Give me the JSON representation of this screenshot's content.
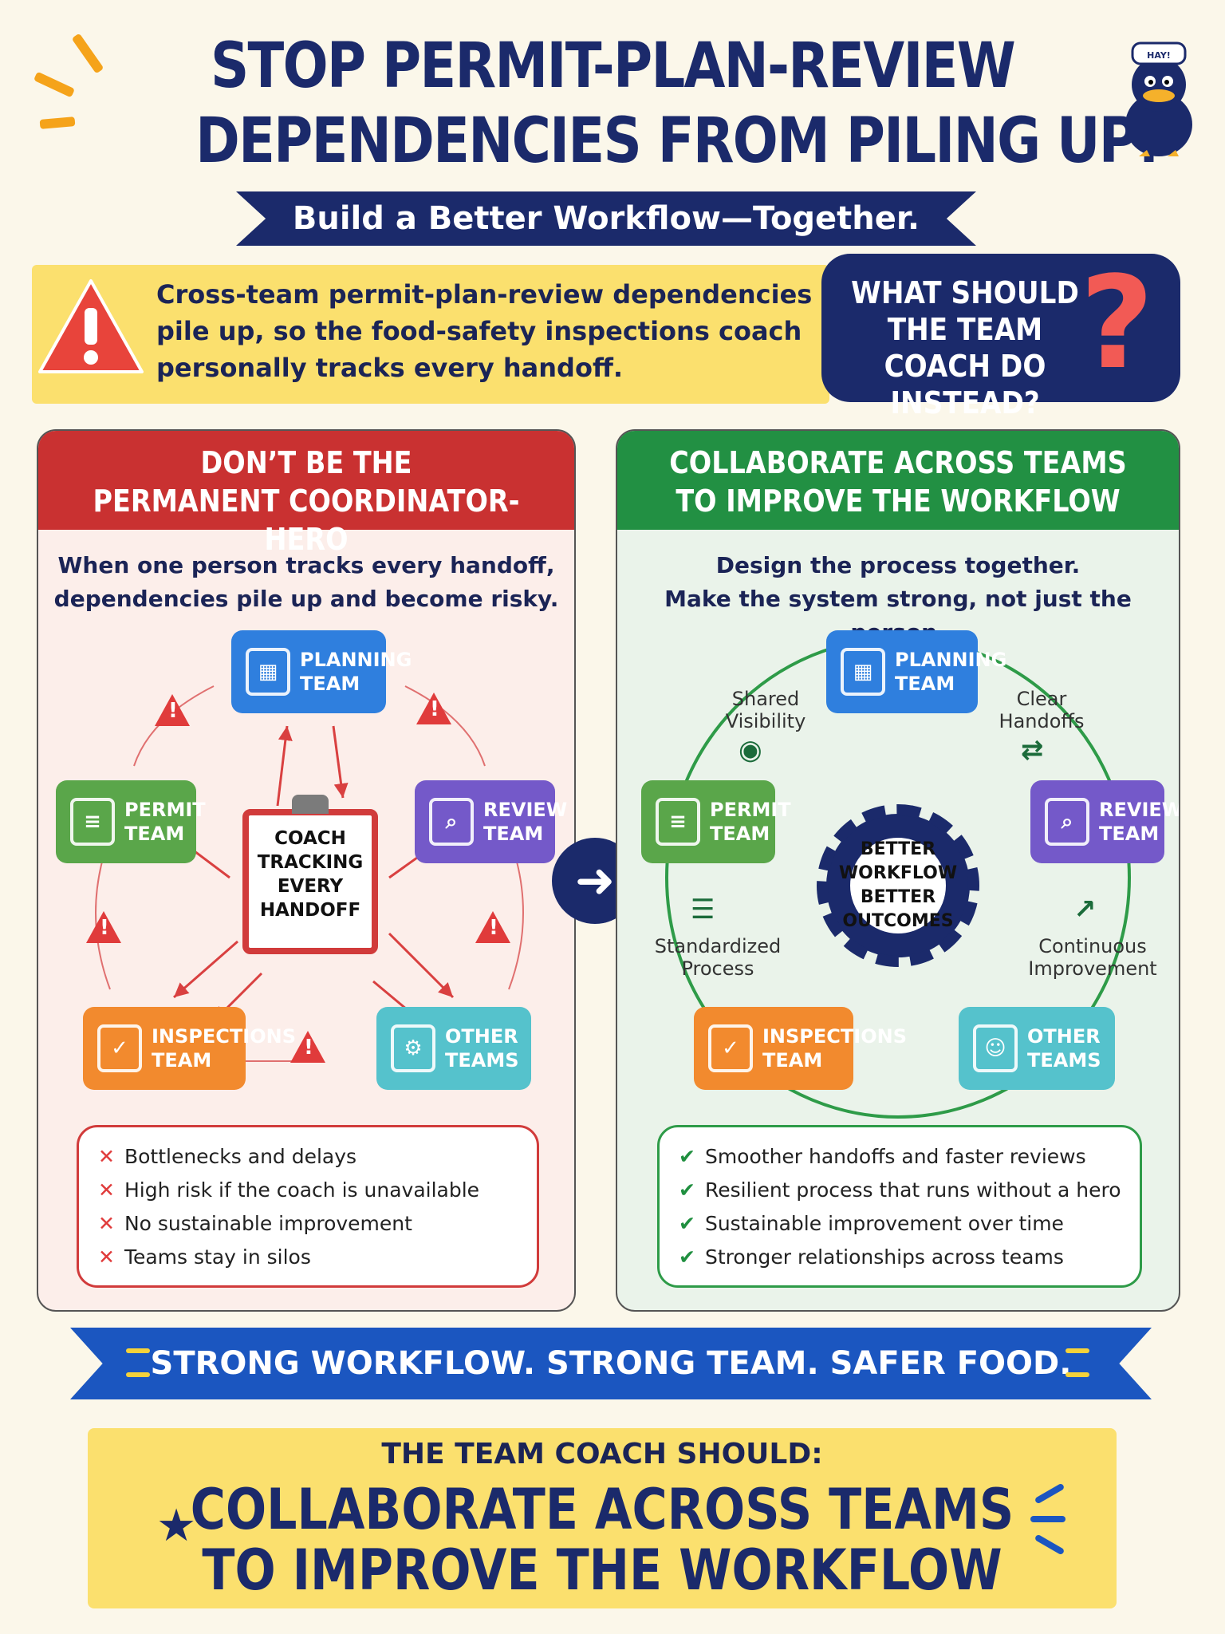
{
  "header": {
    "title_line1": "STOP PERMIT-PLAN-REVIEW",
    "title_line2": "DEPENDENCIES FROM PILING UP!",
    "subtitle": "Build a Better Workflow—Together.",
    "mascot_cap_text": "HAY!"
  },
  "problem": {
    "text": "Cross-team permit-plan-review dependencies pile up, so the food-safety inspections coach personally tracks every handoff.",
    "question": "WHAT SHOULD THE TEAM COACH DO INSTEAD?",
    "question_mark": "?"
  },
  "left_panel": {
    "heading_line1": "DON’T BE THE",
    "heading_line2": "PERMANENT COORDINATOR-HERO",
    "lead_line1": "When one person tracks every handoff,",
    "lead_line2": "dependencies pile up and become risky.",
    "teams": {
      "planning": "PLANNING\nTEAM",
      "review": "REVIEW\nTEAM",
      "permit": "PERMIT\nTEAM",
      "inspections": "INSPECTIONS\nTEAM",
      "other": "OTHER\nTEAMS"
    },
    "coach_label": "COACH\nTRACKING\nEVERY\nHANDOFF",
    "problems": [
      "Bottlenecks and delays",
      "High risk if the coach is unavailable",
      "No sustainable improvement",
      "Teams stay in silos"
    ]
  },
  "right_panel": {
    "heading_line1": "COLLABORATE ACROSS TEAMS",
    "heading_line2": "TO IMPROVE THE WORKFLOW",
    "lead_line1": "Design the process together.",
    "lead_line2": "Make the system strong, not just the person.",
    "gear_label": "BETTER\nWORKFLOW\nBETTER\nOUTCOMES",
    "practices": {
      "visibility": "Shared\nVisibility",
      "handoffs": "Clear\nHandoffs",
      "standardized": "Standardized\nProcess",
      "improvement": "Continuous\nImprovement"
    },
    "teams": {
      "planning": "PLANNING\nTEAM",
      "review": "REVIEW\nTEAM",
      "permit": "PERMIT\nTEAM",
      "inspections": "INSPECTIONS\nTEAM",
      "other": "OTHER\nTEAMS"
    },
    "benefits": [
      "Smoother handoffs and faster reviews",
      "Resilient process that runs without a hero",
      "Sustainable improvement over time",
      "Stronger relationships across teams"
    ]
  },
  "banner": {
    "text": "STRONG WORKFLOW. STRONG TEAM. SAFER FOOD."
  },
  "conclusion": {
    "label": "THE TEAM COACH SHOULD:",
    "line1": "COLLABORATE ACROSS TEAMS",
    "line2": "TO IMPROVE THE WORKFLOW"
  },
  "icons": {
    "warning": "warning-triangle-icon",
    "arrow": "arrow-right-icon",
    "cross": "cross-mark-icon",
    "check": "check-mark-icon",
    "star": "star-icon"
  },
  "colors": {
    "navy": "#1b2a6b",
    "red": "#d13b3b",
    "green": "#2e9b48",
    "yellow": "#fbe06e",
    "banner_blue": "#1b56c0"
  }
}
